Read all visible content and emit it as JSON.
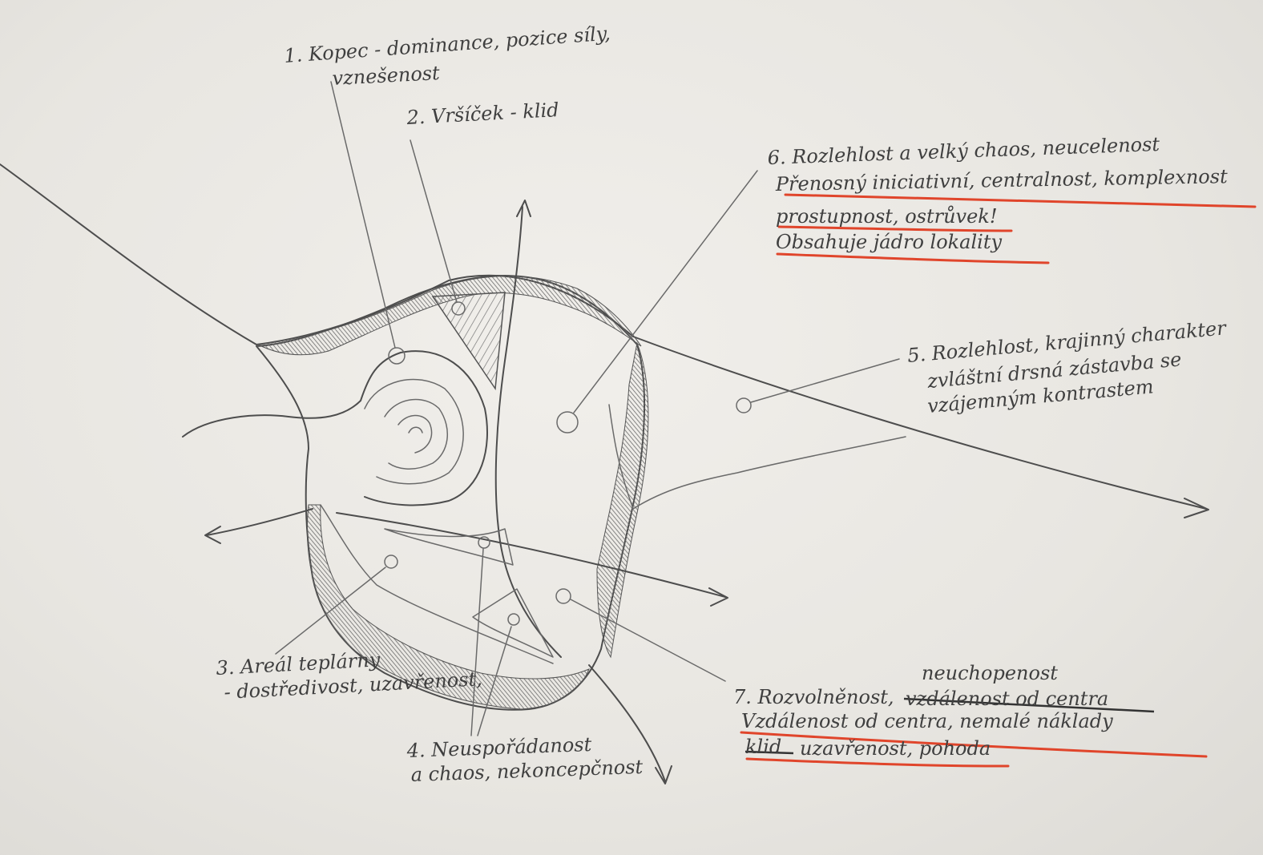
{
  "notes": {
    "n1": {
      "line1": "1. Kopec - dominance, pozice síly,",
      "line2": "vznešenost"
    },
    "n2": {
      "line1": "2. Vršíček - klid"
    },
    "n3": {
      "line1": "3. Areál teplárny",
      "line2": "- dostředivost, uzavřenost,"
    },
    "n4": {
      "line1": "4. Neuspořádanost",
      "line2": "a chaos, nekoncepčnost"
    },
    "n5": {
      "line1": "5. Rozlehlost, krajinný charakter",
      "line2": "zvláštní drsná zástavba se",
      "line3": "vzájemným kontrastem"
    },
    "n6": {
      "line1": "6. Rozlehlost a velký chaos, neucelenost",
      "line2": "Přenosný iniciativní, centralnost, komplexnost",
      "line3": "prostupnost, ostrůvek!",
      "line4": "Obsahuje jádro lokality"
    },
    "n7": {
      "line1": "7. Rozvolněnost,",
      "line1_insert": "neuchopenost",
      "line1_struck": "vzdálenost od centra",
      "line2": "Vzdálenost od centra, nemalé náklady",
      "line3": "uzavřenost, pohoda",
      "line3_struck": "klid"
    }
  },
  "colors": {
    "pencil": "#4d4d4d",
    "underline": "#e0452b",
    "paper": "#ecebe7"
  }
}
